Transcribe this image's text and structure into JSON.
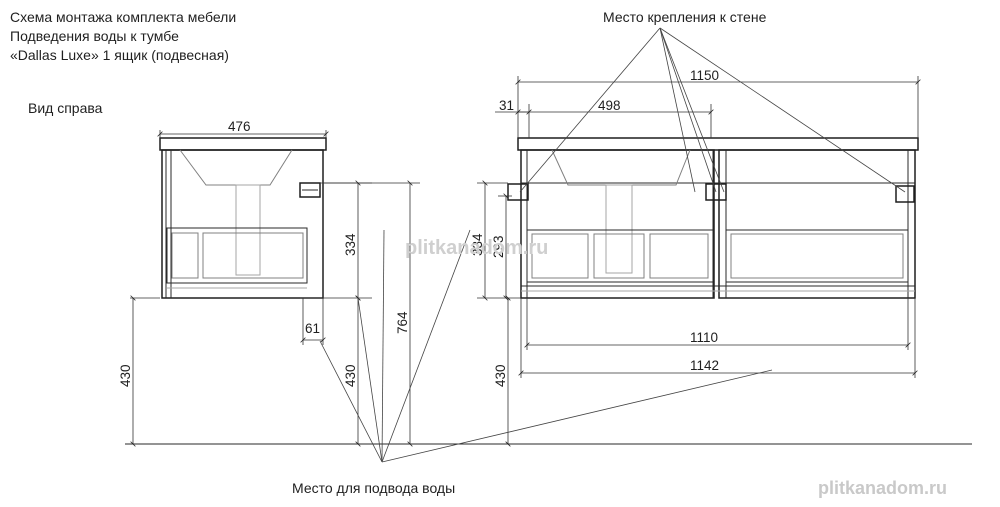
{
  "title": {
    "line1": "Схема монтажа комплекта мебели",
    "line2": "Подведения воды к тумбе",
    "line3": "«Dallas Luxe» 1 ящик (подвесная)"
  },
  "side_view_label": "Вид справа",
  "wall_mount_label": "Место крепления к стене",
  "water_supply_label": "Место для подвода воды",
  "watermark": "plitkanadom.ru",
  "dimensions": {
    "side_width": "476",
    "side_height_334": "334",
    "side_offset_61": "61",
    "side_water_430": "430",
    "side_total_764": "764",
    "floor_430": "430",
    "front_total_1150": "1150",
    "front_31": "31",
    "front_498": "498",
    "front_334": "334",
    "front_293": "293",
    "front_1110": "1110",
    "front_1142": "1142",
    "front_water_430": "430"
  },
  "colors": {
    "line": "#1f1f1f",
    "hatch": "#808080",
    "watermark": "#cfcfcf"
  }
}
